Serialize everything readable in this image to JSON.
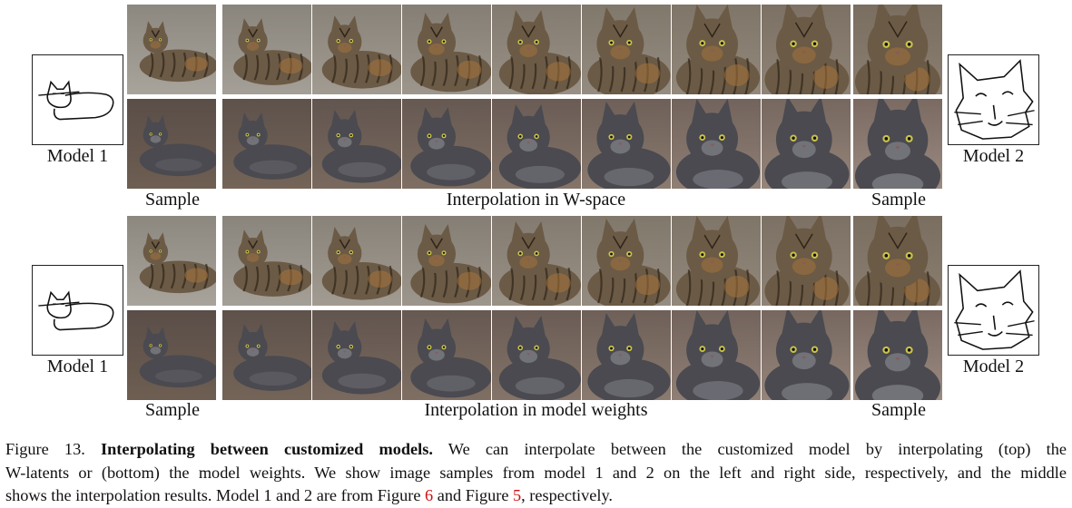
{
  "panels": [
    {
      "left_model_label": "Model 1",
      "right_model_label": "Model 2",
      "left_column_label": "Sample",
      "middle_label": "Interpolation in W-space",
      "right_column_label": "Sample"
    },
    {
      "left_model_label": "Model 1",
      "right_model_label": "Model 2",
      "left_column_label": "Sample",
      "middle_label": "Interpolation in model weights",
      "right_column_label": "Sample"
    }
  ],
  "rows": [
    {
      "cat": "tabby",
      "steps": 9
    },
    {
      "cat": "gray",
      "steps": 9
    },
    {
      "cat": "tabby",
      "steps": 9
    },
    {
      "cat": "gray",
      "steps": 9
    }
  ],
  "colors": {
    "tabby_body": "#6b5a45",
    "tabby_dark": "#2e2418",
    "tabby_orange": "#a8743c",
    "gray_body": "#4a4a50",
    "gray_light": "#9a9aa2",
    "bg_rock": "#8c8880",
    "bg_brown": "#6e5e52",
    "ref_red": "#d01010"
  },
  "caption": {
    "figure_number": "Figure 13.",
    "title": "Interpolating between customized models.",
    "line1_rest": "We can interpolate between the customized model by interpolating (top) the",
    "line2": "W-latents or (bottom) the model weights. We show image samples from model 1 and 2 on the left and right side, respectively, and the middle",
    "line3_a": "shows the interpolation results. Model 1 and 2 are from Figure ",
    "ref_a": "6",
    "line3_b": " and Figure ",
    "ref_b": "5",
    "line3_c": ", respectively."
  }
}
